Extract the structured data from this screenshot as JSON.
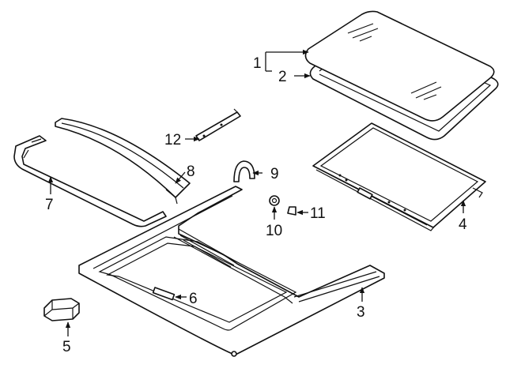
{
  "diagram": {
    "callouts": [
      {
        "id": "1",
        "text": "1"
      },
      {
        "id": "2",
        "text": "2"
      },
      {
        "id": "3",
        "text": "3"
      },
      {
        "id": "4",
        "text": "4"
      },
      {
        "id": "5",
        "text": "5"
      },
      {
        "id": "6",
        "text": "6"
      },
      {
        "id": "7",
        "text": "7"
      },
      {
        "id": "8",
        "text": "8"
      },
      {
        "id": "9",
        "text": "9"
      },
      {
        "id": "10",
        "text": "10"
      },
      {
        "id": "11",
        "text": "11"
      },
      {
        "id": "12",
        "text": "12"
      }
    ],
    "parts": [
      {
        "callout": "1",
        "part": "glass-panel-assembly"
      },
      {
        "callout": "2",
        "part": "glass-seal"
      },
      {
        "callout": "3",
        "part": "sunroof-frame"
      },
      {
        "callout": "4",
        "part": "sunshade"
      },
      {
        "callout": "5",
        "part": "motor"
      },
      {
        "callout": "6",
        "part": "drain-clip"
      },
      {
        "callout": "7",
        "part": "side-rail"
      },
      {
        "callout": "8",
        "part": "front-deflector"
      },
      {
        "callout": "9",
        "part": "drain-hose-clip"
      },
      {
        "callout": "10",
        "part": "nut"
      },
      {
        "callout": "11",
        "part": "retainer-clip"
      },
      {
        "callout": "12",
        "part": "bracket"
      }
    ]
  }
}
